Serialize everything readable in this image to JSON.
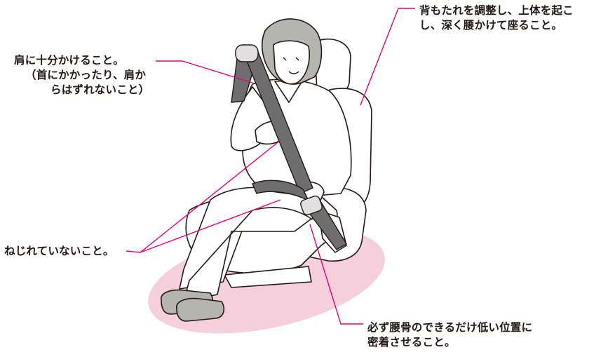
{
  "labels": {
    "shoulder": {
      "line1": "肩に十分かけること。",
      "line2": "（首にかかったり、肩か",
      "line3": "らはずれないこと）"
    },
    "seatback": {
      "line1": "背もたれを調整し、上体を起こ",
      "line2": "し、深く腰かけて座ること。"
    },
    "twist": "ねじれていないこと。",
    "hip": {
      "line1": "必ず腰骨のできるだけ低い位置に",
      "line2": "密着させること。"
    }
  },
  "colors": {
    "leader_line": "#e4007f",
    "floor_ellipse": "#f6cfdd",
    "belt": "#6e6e6e",
    "outline": "#231815"
  }
}
